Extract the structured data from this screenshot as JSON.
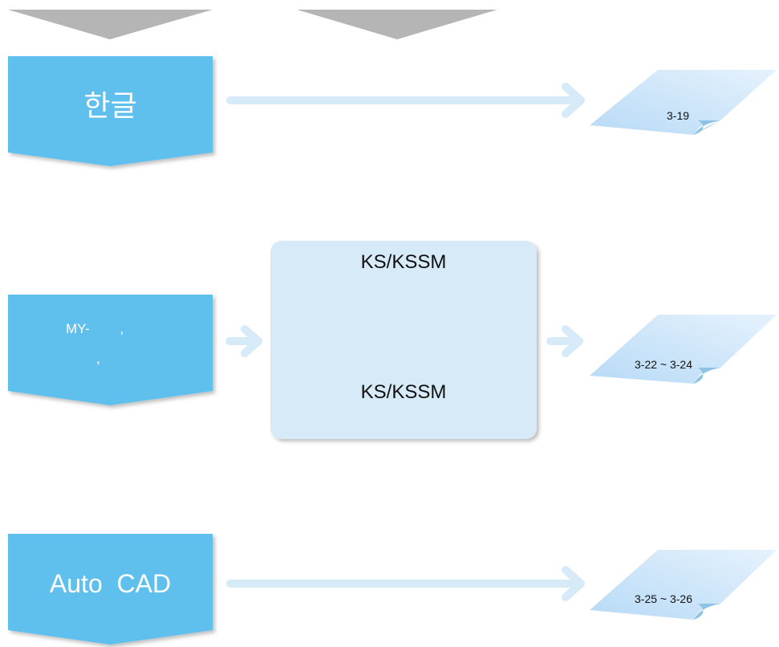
{
  "colors": {
    "chevron_top": "#b8b8b8",
    "tab_blue": "#5fc0ee",
    "connector": "#d6eaf8",
    "box_fill": "#d6eaf8",
    "page_fill": "#cfe6fb",
    "page_curl": "#8ec3e6"
  },
  "rows": [
    {
      "tab": {
        "line1": "한글",
        "line2": ""
      },
      "page_label": "3-19"
    },
    {
      "tab": {
        "line1": "MY-        ,",
        "line2": ","
      },
      "box": {
        "top_text": "KS/KSSM",
        "bottom_text": "KS/KSSM"
      },
      "page_label": "3-22 ~ 3-24"
    },
    {
      "tab": {
        "line1": "Auto  CAD",
        "line2": ""
      },
      "page_label": "3-25 ~ 3-26"
    }
  ]
}
